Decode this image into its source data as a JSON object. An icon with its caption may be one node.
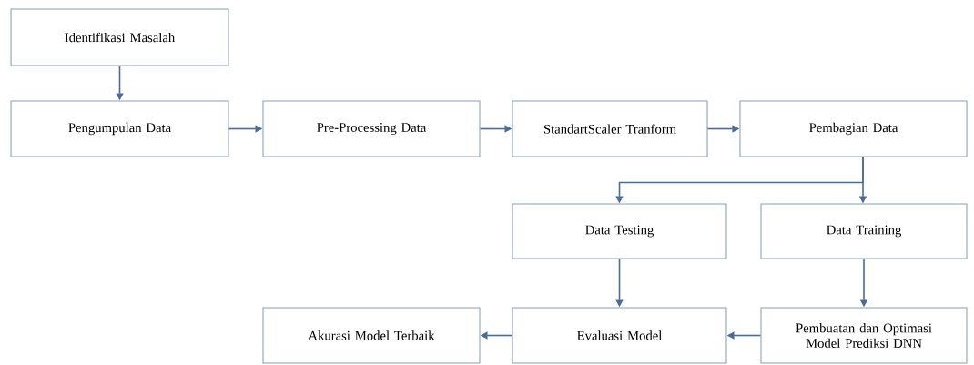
{
  "diagram": {
    "nodes": [
      {
        "text": [
          "Identifikasi Masalah"
        ]
      },
      {
        "text": [
          "Pengumpulan Data"
        ]
      },
      {
        "text": [
          "Pre-Processing Data"
        ]
      },
      {
        "text": [
          "StandartScaler Tranform"
        ]
      },
      {
        "text": [
          "Pembagian Data"
        ]
      },
      {
        "text": [
          "Data Testing"
        ]
      },
      {
        "text": [
          "Data Training"
        ]
      },
      {
        "text": [
          "Akurasi Model Terbaik"
        ]
      },
      {
        "text": [
          "Evaluasi Model"
        ]
      },
      {
        "text": [
          "Pembuatan dan Optimasi Model Prediksi DNN"
        ]
      }
    ],
    "edges": [
      {
        "from": 0,
        "to": 1,
        "arrow": "to"
      },
      {
        "from": 1,
        "to": 2,
        "arrow": "to"
      },
      {
        "from": 2,
        "to": 3,
        "arrow": "to"
      },
      {
        "from": 3,
        "to": 4,
        "arrow": "to"
      },
      {
        "from": 4,
        "to": 5,
        "arrow": "to"
      },
      {
        "from": 4,
        "to": 6,
        "arrow": "to"
      },
      {
        "from": 5,
        "to": 8,
        "arrow": "to"
      },
      {
        "from": 6,
        "to": 9,
        "arrow": "to"
      },
      {
        "from": 9,
        "to": 8,
        "arrow": "to"
      },
      {
        "from": 8,
        "to": 7,
        "arrow": "to"
      }
    ]
  }
}
